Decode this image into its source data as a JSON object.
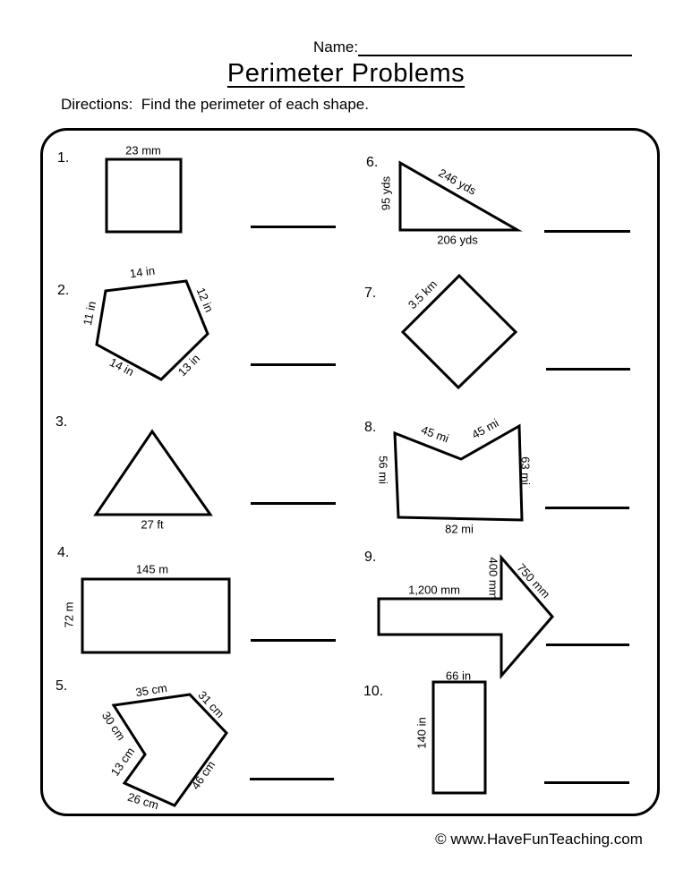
{
  "header": {
    "name_label": "Name:",
    "title": "Perimeter Problems",
    "directions": "Directions:  Find the perimeter of each shape."
  },
  "footer": {
    "copyright": "© www.HaveFunTeaching.com"
  },
  "problems": [
    {
      "number": "1.",
      "shape": "square",
      "labels": {
        "top": "23 mm"
      }
    },
    {
      "number": "2.",
      "shape": "pentagon",
      "labels": {
        "top": "14 in",
        "upper_right": "12 in",
        "left": "11 in",
        "bottom_left": "14 in",
        "bottom_right": "13 in"
      }
    },
    {
      "number": "3.",
      "shape": "triangle",
      "labels": {
        "bottom": "27 ft"
      }
    },
    {
      "number": "4.",
      "shape": "rectangle",
      "labels": {
        "top": "145 m",
        "left": "72 m"
      }
    },
    {
      "number": "5.",
      "shape": "irregular-hexagon",
      "labels": {
        "top": "35 cm",
        "upper_right": "31 cm",
        "upper_left": "30 cm",
        "notch": "13 cm",
        "bottom": "26 cm",
        "lower_right": "46 cm"
      }
    },
    {
      "number": "6.",
      "shape": "right-triangle",
      "labels": {
        "left": "95 yds",
        "hypotenuse": "246 yds",
        "bottom": "206 yds"
      }
    },
    {
      "number": "7.",
      "shape": "diamond",
      "labels": {
        "upper_left": "3.5 km"
      }
    },
    {
      "number": "8.",
      "shape": "concave-pentagon",
      "labels": {
        "top_left": "45 mi",
        "top_right": "45 mi",
        "left": "56 mi",
        "right": "63 mi",
        "bottom": "82 mi"
      }
    },
    {
      "number": "9.",
      "shape": "arrow",
      "labels": {
        "shaft_top": "1,200 mm",
        "head_base": "400 mm",
        "head_slant": "750 mm"
      }
    },
    {
      "number": "10.",
      "shape": "rectangle",
      "labels": {
        "top": "66 in",
        "left": "140 in"
      }
    }
  ]
}
